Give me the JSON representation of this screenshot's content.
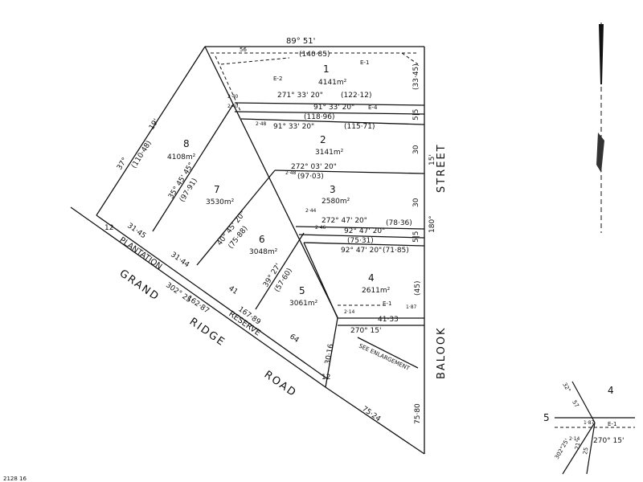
{
  "roads": {
    "grand": "GRAND",
    "ridge": "RIDGE",
    "road": "ROAD",
    "balook": "BALOOK",
    "street": "STREET"
  },
  "reserve": {
    "plantation": "PLANTATION",
    "reserve": "RESERVE",
    "width_left": "12",
    "width_right": "12"
  },
  "lots": [
    {
      "number": "1",
      "area": "4141m²"
    },
    {
      "number": "2",
      "area": "3141m²"
    },
    {
      "number": "3",
      "area": "2580m²"
    },
    {
      "number": "4",
      "area": "2611m²"
    },
    {
      "number": "5",
      "area": "3061m²"
    },
    {
      "number": "6",
      "area": "3048m²"
    },
    {
      "number": "7",
      "area": "3530m²"
    },
    {
      "number": "8",
      "area": "4108m²"
    }
  ],
  "bearings": {
    "top_bearing": "89°   51'",
    "top_distance": "(140·85)",
    "right_top": "(33·45)",
    "b1_bearing": "271° 33' 20\"",
    "b1_distance": "(122·12)",
    "b2_bearing": "91° 33' 20\"",
    "b2_distance": "(118·96)",
    "b3_bearing": "91° 33' 20\"",
    "b3_distance": "(115·71)",
    "b4_bearing": "272°  03'  20\"",
    "b4_distance": "(97·03)",
    "b5_bearing": "272° 47' 20\"",
    "b5_distance": "(78·36)",
    "b6_bearing": "92° 47' 20\"",
    "b6_distance": "(75·31)",
    "b7_bearing": "92° 47' 20\"",
    "b7_distance": "(71·85)",
    "b8_bearing": "270°  15'",
    "b8_distance": "41·33",
    "diag_bearing": "35°  45'  45\"",
    "diag_distance": "(97·91)",
    "diag2_bearing": "40°  45'  20\"",
    "diag2_distance": "(75·88)",
    "diag3_bearing": "39°  27'",
    "diag3_distance": "(57·60)",
    "west_bearing": "37°",
    "west_minutes": "19'",
    "west_distance": "(110·48)",
    "front_bearing": "302°  25'",
    "front_distance": "167·89",
    "front_inner": "162·87",
    "seg_31_45": "31·45",
    "seg_31_44": "31·44",
    "seg_41": "41",
    "seg_64": "64",
    "seg_30_16": "30·16",
    "seg_75_24": "75·24",
    "seg_75_80": "75·80",
    "seg_45": "(45)",
    "street_bearing": "15'",
    "street_deg": "180°",
    "dim_30_a": "30",
    "dim_30_b": "30",
    "dim_5_5_a": "5|5",
    "dim_5_5_b": "5|5",
    "easement_e1": "E-1",
    "easement_e2": "E-2",
    "easement_e4": "E-4",
    "enlargement_note": "SEE ENLARGEMENT",
    "small_2_40": "2·40",
    "small_2_44": "2·44",
    "small_2_48": "2·48",
    "small_2_46": "2·46",
    "small_56": "56",
    "small_1_87": "1·87",
    "small_2_14": "2·14"
  },
  "inset": {
    "lot4": "4",
    "lot5": "5",
    "bearing": "270°  15'",
    "e1": "E-1",
    "v1": "32°",
    "v2": "57",
    "v3": "21°",
    "v4": "25",
    "v5": "302°25'",
    "v6": "1·87",
    "v7": "2·14"
  },
  "footer": {
    "ref": "2128 16"
  }
}
